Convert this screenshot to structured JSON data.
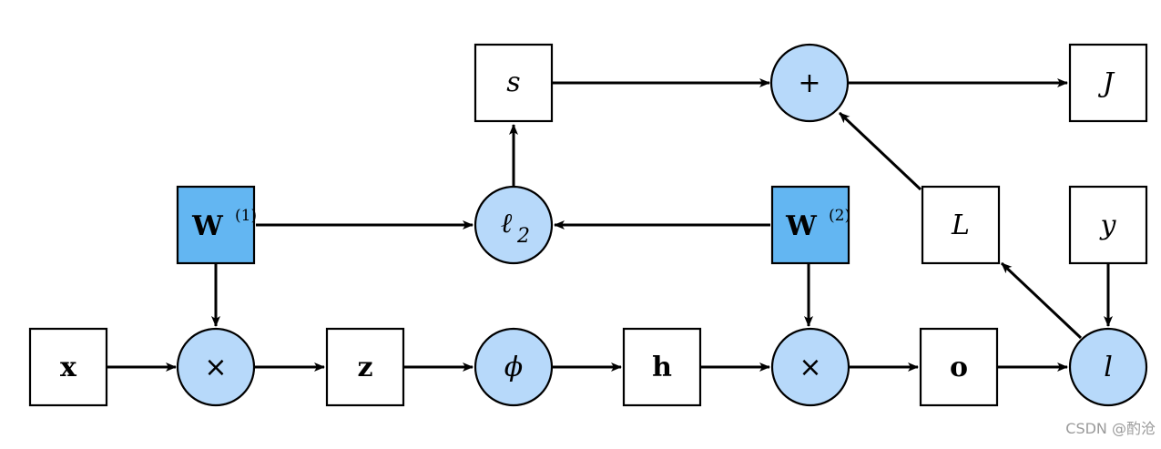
{
  "nodes": {
    "x": {
      "label": "x"
    },
    "mul1": {
      "label": "×"
    },
    "z": {
      "label": "z"
    },
    "phi": {
      "label": "ϕ"
    },
    "h": {
      "label": "h"
    },
    "mul2": {
      "label": "×"
    },
    "o": {
      "label": "o"
    },
    "l": {
      "label": "l"
    },
    "W1": {
      "label": "W",
      "sup": "(1)"
    },
    "l2": {
      "label": "ℓ",
      "sub": "2"
    },
    "W2": {
      "label": "W",
      "sup": "(2)"
    },
    "L": {
      "label": "L"
    },
    "y": {
      "label": "y"
    },
    "s": {
      "label": "s"
    },
    "plus": {
      "label": "+"
    },
    "J": {
      "label": "J"
    }
  },
  "edges": [
    [
      "x",
      "mul1"
    ],
    [
      "mul1",
      "z"
    ],
    [
      "z",
      "phi"
    ],
    [
      "phi",
      "h"
    ],
    [
      "h",
      "mul2"
    ],
    [
      "mul2",
      "o"
    ],
    [
      "o",
      "l"
    ],
    [
      "W1",
      "mul1"
    ],
    [
      "W2",
      "mul2"
    ],
    [
      "W1",
      "l2"
    ],
    [
      "W2",
      "l2"
    ],
    [
      "l2",
      "s"
    ],
    [
      "s",
      "plus"
    ],
    [
      "plus",
      "J"
    ],
    [
      "y",
      "l"
    ],
    [
      "l",
      "L"
    ],
    [
      "L",
      "plus"
    ]
  ],
  "colors": {
    "param_fill": "#63b6f2",
    "op_fill": "#b7d9fa"
  },
  "watermark": "CSDN @酌沧"
}
